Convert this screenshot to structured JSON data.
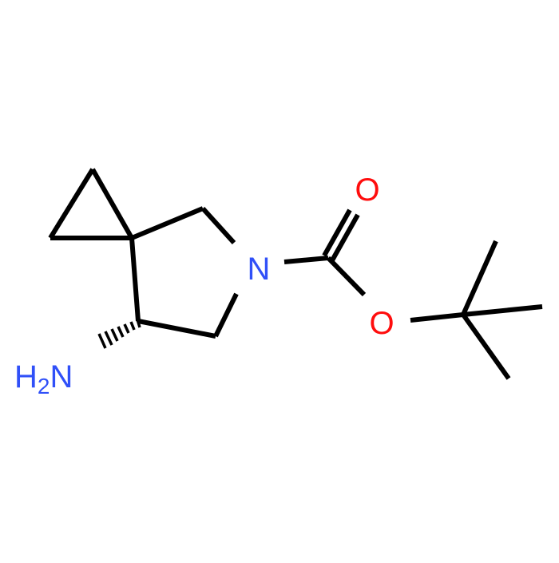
{
  "molecule": {
    "atoms": {
      "nitrogen": {
        "label": "N",
        "color": "#3050F8"
      },
      "carbonyl_oxygen": {
        "label": "O",
        "color": "#FF0D0D"
      },
      "ester_oxygen": {
        "label": "O",
        "color": "#FF0D0D"
      },
      "amine": {
        "main": "H",
        "subscript": "2",
        "tail": "N",
        "color": "#3050F8"
      }
    },
    "bond_color": "#000000",
    "background": "#ffffff"
  }
}
